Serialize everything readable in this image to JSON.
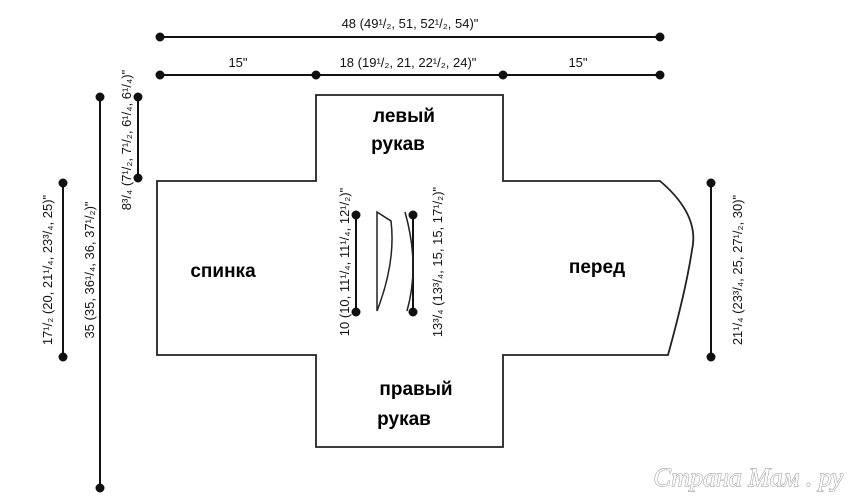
{
  "dimensions": {
    "total_width": "48 (49¹/₂, 51, 52¹/₂, 54)\"",
    "left_panel": "15\"",
    "center": "18 (19¹/₂, 21, 22¹/₂, 24)\"",
    "right_panel": "15\"",
    "sleeve_drop": "8³/₄ (7¹/₂, 7¹/₂, 6¹/₄, 6¹/₄)\"",
    "left_side": "17¹/₂ (20, 21¹/₄, 23³/₄, 25)\"",
    "full_height": "35 (35, 36¹/₄, 36, 37¹/₂)\"",
    "neck_a": "10 (10, 11¹/₄, 11¹/₄, 12¹/₂)\"",
    "neck_b": "13³/₄ (13³/₄, 15, 15, 17¹/₂)\"",
    "front_height": "21¹/₄ (23³/₄, 25, 27¹/₂, 30)\""
  },
  "labels": {
    "left_sleeve": [
      "левый",
      "рукав"
    ],
    "right_sleeve": [
      "правый",
      "рукав"
    ],
    "back": "спинка",
    "front": "перед"
  },
  "watermark": "Страна Мам . ру"
}
